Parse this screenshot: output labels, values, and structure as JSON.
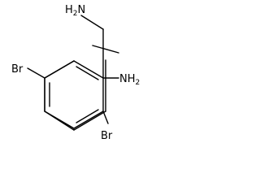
{
  "structure": {
    "atoms": {
      "nh2_top": {
        "symbol": "H",
        "count": "2",
        "suffix": "N"
      },
      "nh2_right": {
        "symbol": "NH",
        "count": "2"
      },
      "br_left": {
        "symbol": "Br"
      },
      "br_bottom": {
        "symbol": "Br"
      }
    }
  }
}
